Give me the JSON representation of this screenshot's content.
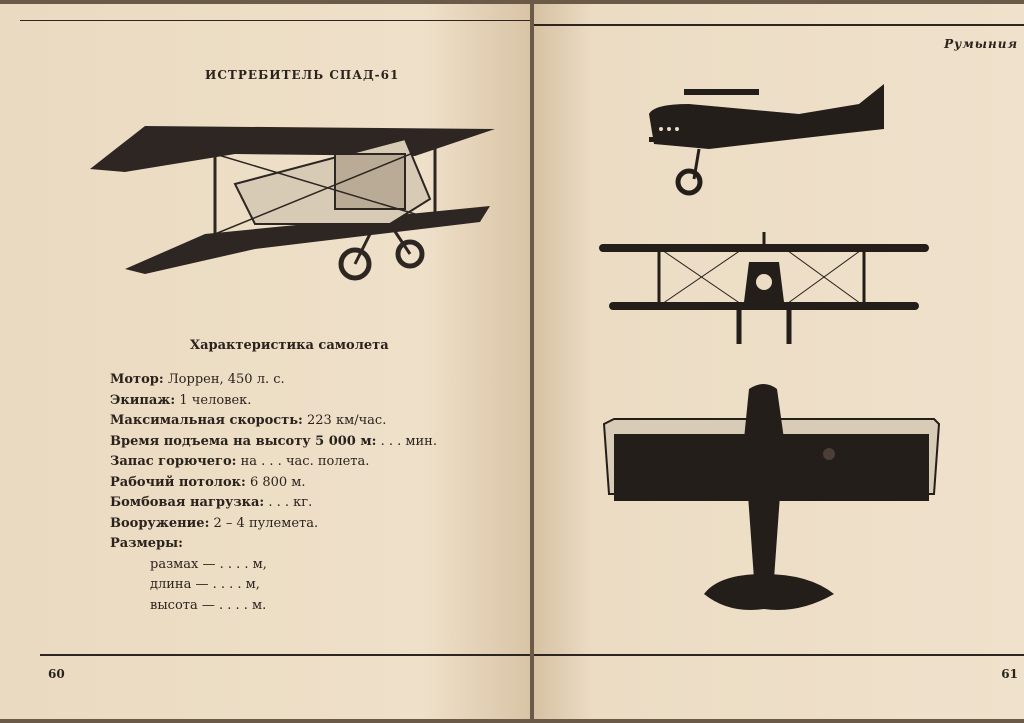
{
  "left_page": {
    "title": "ИСТРЕБИТЕЛЬ СПАД-61",
    "section_title": "Характеристика самолета",
    "specs": [
      {
        "label": "Мотор:",
        "value": " Лоррен, 450 л. с."
      },
      {
        "label": "Экипаж:",
        "value": " 1 человек."
      },
      {
        "label": "Максимальная скорость:",
        "value": " 223 км/час."
      },
      {
        "label": "Время подъема на высоту 5 000 м:",
        "value": " . . . мин."
      },
      {
        "label": "Запас горючего:",
        "value": " на . . . час. полета."
      },
      {
        "label": "Рабочий потолок:",
        "value": " 6 800 м."
      },
      {
        "label": "Бомбовая нагрузка:",
        "value": " . . . кг."
      },
      {
        "label": "Вооружение:",
        "value": " 2 – 4 пулемета."
      },
      {
        "label": "Размеры:",
        "value": ""
      }
    ],
    "dimensions": [
      "размах — . . . . м,",
      "длина — . . . . м,",
      "высота — . . . . м."
    ],
    "page_number": "60"
  },
  "right_page": {
    "running_head": "Румыния",
    "page_number": "61"
  }
}
